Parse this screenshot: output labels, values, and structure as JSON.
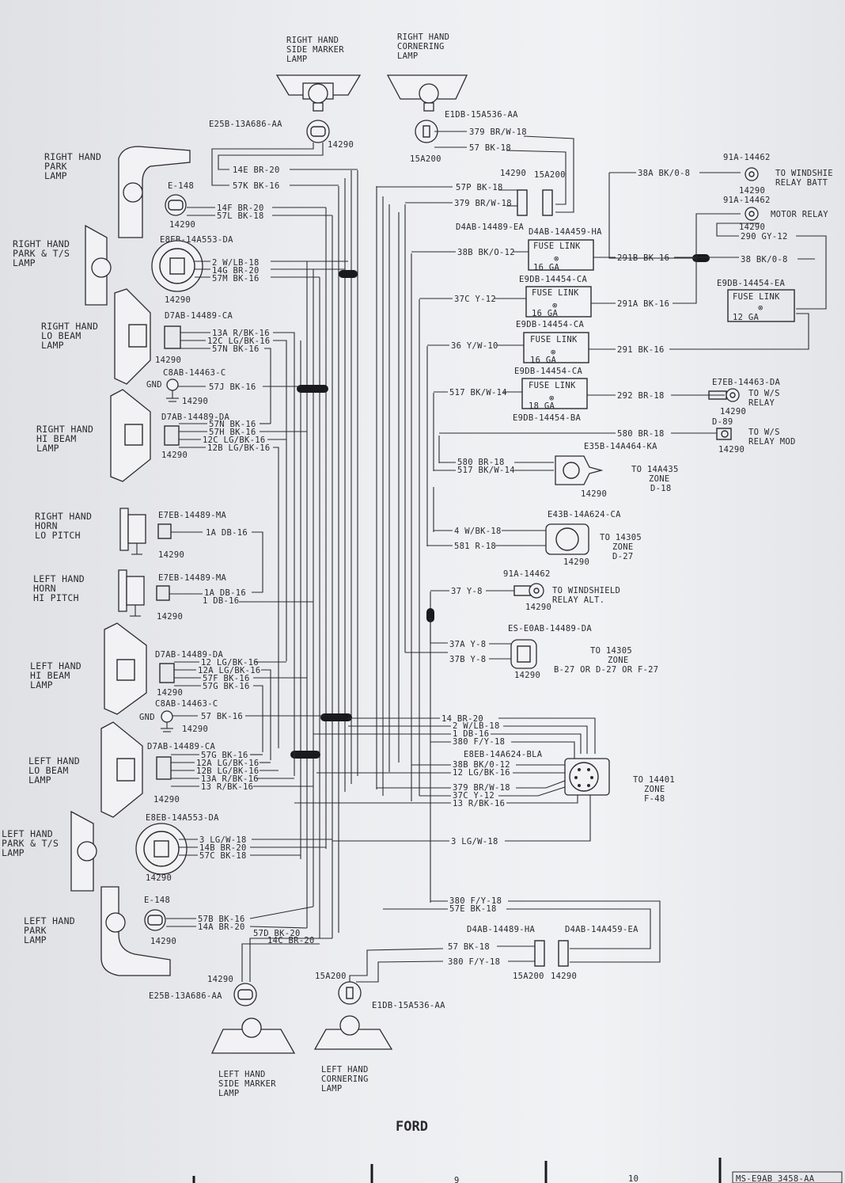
{
  "brand": "FORD",
  "sheet_ref": "MS-E9AB 3458-AA",
  "page_numbers": [
    "9",
    "10"
  ],
  "components": {
    "rh_side_marker": {
      "lines": [
        "RIGHT HAND",
        "SIDE MARKER",
        "LAMP"
      ],
      "part": "E25B-13A686-AA",
      "conn": "14290"
    },
    "rh_cornering": {
      "lines": [
        "RIGHT HAND",
        "CORNERING",
        "LAMP"
      ],
      "part": "E1DB-15A536-AA",
      "conn": "15A200"
    },
    "rh_park": {
      "lines": [
        "RIGHT HAND",
        "PARK",
        "LAMP"
      ],
      "part": "E-148",
      "conn": "14290"
    },
    "rh_park_ts": {
      "lines": [
        "RIGHT HAND",
        "PARK & T/S",
        "LAMP"
      ],
      "part": "E8EB-14A553-DA",
      "conn": "14290"
    },
    "rh_lo_beam": {
      "lines": [
        "RIGHT HAND",
        "LO BEAM",
        "LAMP"
      ],
      "part": "D7AB-14489-CA",
      "conn": "14290"
    },
    "gnd_rh": {
      "part": "C8AB-14463-C",
      "gnd": "GND",
      "conn": "14290"
    },
    "rh_hi_beam": {
      "lines": [
        "RIGHT HAND",
        "HI BEAM",
        "LAMP"
      ],
      "part": "D7AB-14489-DA",
      "conn": "14290"
    },
    "rh_horn": {
      "lines": [
        "RIGHT HAND",
        "HORN",
        "LO PITCH"
      ],
      "part": "E7EB-14489-MA",
      "conn": "14290"
    },
    "lh_horn": {
      "lines": [
        "LEFT HAND",
        "HORN",
        "HI PITCH"
      ],
      "part": "E7EB-14489-MA",
      "conn": "14290"
    },
    "lh_hi_beam": {
      "lines": [
        "LEFT HAND",
        "HI BEAM",
        "LAMP"
      ],
      "part": "D7AB-14489-DA",
      "conn": "14290"
    },
    "gnd_lh": {
      "part": "C8AB-14463-C",
      "gnd": "GND",
      "conn": "14290"
    },
    "lh_lo_beam": {
      "lines": [
        "LEFT HAND",
        "LO BEAM",
        "LAMP"
      ],
      "part": "D7AB-14489-CA",
      "conn": "14290"
    },
    "lh_park_ts": {
      "lines": [
        "LEFT HAND",
        "PARK & T/S",
        "LAMP"
      ],
      "part": "E8EB-14A553-DA",
      "conn": "14290"
    },
    "lh_park": {
      "lines": [
        "LEFT HAND",
        "PARK",
        "LAMP"
      ],
      "part": "E-148",
      "conn": "14290"
    },
    "lh_side_marker": {
      "lines": [
        "LEFT HAND",
        "SIDE MARKER",
        "LAMP"
      ],
      "part": "E25B-13A686-AA",
      "conn": "14290"
    },
    "lh_cornering": {
      "lines": [
        "LEFT HAND",
        "CORNERING",
        "LAMP"
      ],
      "part": "E1DB-15A536-AA",
      "conn": "15A200"
    }
  },
  "wires": {
    "w379_top": "379 BR/W-18",
    "w57_top": "57 BK-18",
    "w14e": "14E BR-20",
    "w57k": "57K BK-16",
    "w14f": "14F BR-20",
    "w57l": "57L BK-18",
    "w2": "2 W/LB-18",
    "w14g": "14G BR-20",
    "w57m": "57M BK-16",
    "w13a": "13A R/BK-16",
    "w12c": "12C LG/BK-16",
    "w57n": "57N BK-16",
    "w57j": "57J BK-16",
    "w57n2": "57N BK-16",
    "w57h": "57H BK-16",
    "w12c2": "12C LG/BK-16",
    "w12b": "12B LG/BK-16",
    "w1a": "1A DB-16",
    "w1a2": "1A DB-16",
    "w1": "1 DB-16",
    "w12": "12 LG/BK-16",
    "w12a": "12A LG/BK-16",
    "w57f": "57F BK-16",
    "w57g": "57G BK-16",
    "w57": "57 BK-16",
    "w57g2": "57G BK-16",
    "w12a2": "12A LG/BK-16",
    "w12b2": "12B LG/BK-16",
    "w13a2": "13A R/BK-16",
    "w13": "13 R/BK-16",
    "w3": "3 LG/W-18",
    "w14b": "14B BR-20",
    "w57c": "57C BK-18",
    "w57b": "57B BK-16",
    "w14a": "14A BR-20",
    "w57d": "57D BK-20",
    "w14c": "14C BR-20",
    "w57p": "57P BK-18",
    "w379r": "379 BR/W-18",
    "w38b": "38B BK/O-12",
    "w37c": "37C Y-12",
    "w36": "36 Y/W-10",
    "w517": "517 BK/W-14",
    "w291b": "291B BK-16",
    "w291a": "291A BK-16",
    "w291": "291 BK-16",
    "w292": "292 BR-18",
    "w38a": "38A BK/0-8",
    "w38": "38 BK/0-8",
    "w290": "290 GY-12",
    "w580": "580 BR-18",
    "w580b": "580 BR-18",
    "w517b": "517 BK/W-14",
    "w4": "4 W/BK-18",
    "w581": "581 R-18",
    "w37": "37 Y-8",
    "w37a": "37A Y-8",
    "w37b": "37B Y-8",
    "w14": "14 BR-20",
    "w2b": "2 W/LB-18",
    "w1b": "1 DB-16",
    "w380": "380 F/Y-18",
    "w38b2": "38B BK/0-12",
    "w12b3": "12 LG/BK-16",
    "w379b": "379 BR/W-18",
    "w37c2": "37C Y-12",
    "w13b": "13 R/BK-16",
    "w3b": "3 LG/W-18",
    "w380b": "380 F/Y-18",
    "w57e": "57E BK-18",
    "w57bot": "57 BK-18",
    "w380c": "380 F/Y-18"
  },
  "parts": {
    "c14290": "14290",
    "c15a200": "15A200",
    "d4ab_ea": "D4AB-14489-EA",
    "d4ab_ha_top": "D4AB-14A459-HA",
    "fl1_part": "E9DB-14454-CA",
    "fl2_part": "E9DB-14454-CA",
    "fl3_part": "E9DB-14454-CA",
    "fl4_part": "E9DB-14454-BA",
    "fl_r_part": "E9DB-14454-EA",
    "fuse_link": "FUSE LINK",
    "ga16": "16 GA",
    "ga18": "18 GA",
    "ga12": "12 GA",
    "t91a_1": "91A-14462",
    "t91a_2": "91A-14462",
    "t91a_3": "91A-14462",
    "e7eb": "E7EB-14463-DA",
    "d89": "D-89",
    "e35b": "E35B-14A464-KA",
    "e43b": "E43B-14A624-CA",
    "es_e0ab": "ES-E0AB-14489-DA",
    "e8eb_bla": "E8EB-14A624-BLA",
    "d4ab_ha_bot": "D4AB-14489-HA",
    "d4ab_ea_bot": "D4AB-14A459-EA"
  },
  "destinations": {
    "to_windshield_batt": [
      "TO WINDSHIE",
      "RELAY BATT"
    ],
    "motor_relay": "MOTOR RELAY",
    "to_ws_relay": [
      "TO W/S",
      "RELAY"
    ],
    "to_ws_relay_mod": [
      "TO W/S",
      "RELAY MOD"
    ],
    "to_14a435": [
      "TO 14A435",
      "ZONE",
      "D-18"
    ],
    "to_14305_a": [
      "TO 14305",
      "ZONE",
      "D-27"
    ],
    "to_windshield_alt": [
      "TO WINDSHIELD",
      "RELAY ALT."
    ],
    "to_14305_b": [
      "TO 14305",
      "ZONE",
      "B-27 OR D-27 OR F-27"
    ],
    "to_14401": [
      "TO 14401",
      "ZONE",
      "F-48"
    ]
  }
}
